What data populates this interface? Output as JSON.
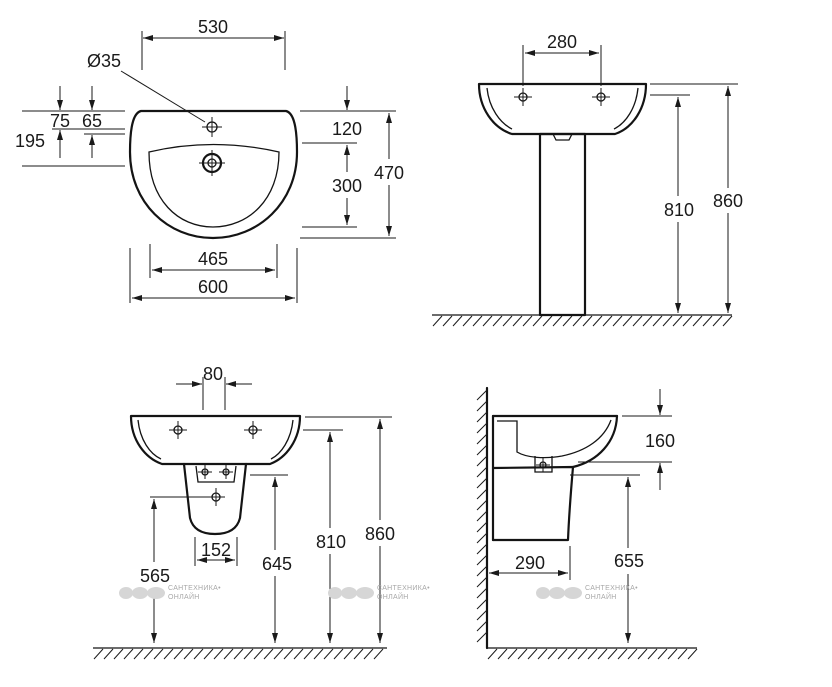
{
  "plan_view": {
    "width_top": "530",
    "tap_hole_diameter": "Ø35",
    "back_to_tap_a": "75",
    "back_to_tap_b": "65",
    "back_to_drain": "195",
    "rim_depth": "120",
    "bowl_depth": "300",
    "overall_depth": "470",
    "bowl_width": "465",
    "overall_width": "600"
  },
  "pedestal_front_view": {
    "tap_spacing": "280",
    "rim_height": "810",
    "overall_height": "860"
  },
  "semi_pedestal_front_view": {
    "tap_spacing": "80",
    "cover_width": "152",
    "waste_height": "565",
    "cover_top_height": "645",
    "rim_height": "810",
    "overall_height": "860"
  },
  "semi_pedestal_side_view": {
    "bowl_depth": "160",
    "projection": "290",
    "cover_height": "655"
  },
  "watermark": {
    "line1": "САНТЕХНИКА•",
    "line2": "ОНЛАЙН"
  }
}
